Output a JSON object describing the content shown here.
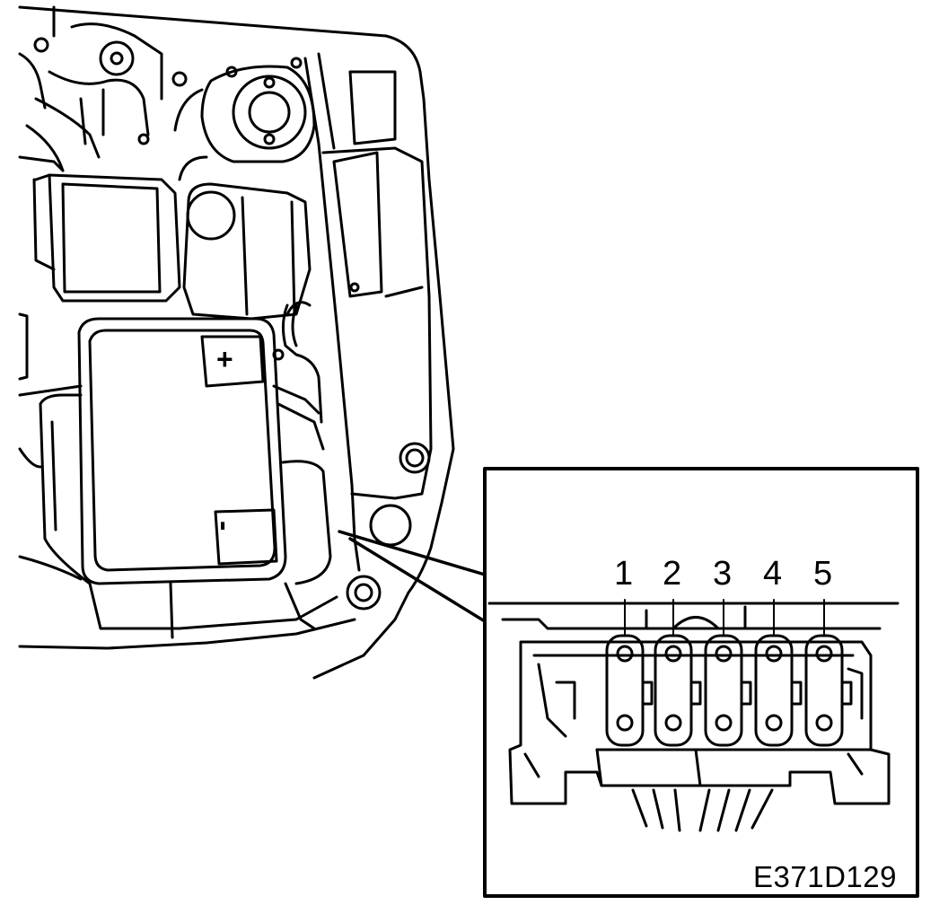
{
  "battery": {
    "positive_label": "+",
    "negative_label": "-"
  },
  "fuse_numbers": [
    "1",
    "2",
    "3",
    "4",
    "5"
  ],
  "reference_code": "E371D129",
  "colors": {
    "ink": "#000000",
    "paper": "#ffffff"
  }
}
